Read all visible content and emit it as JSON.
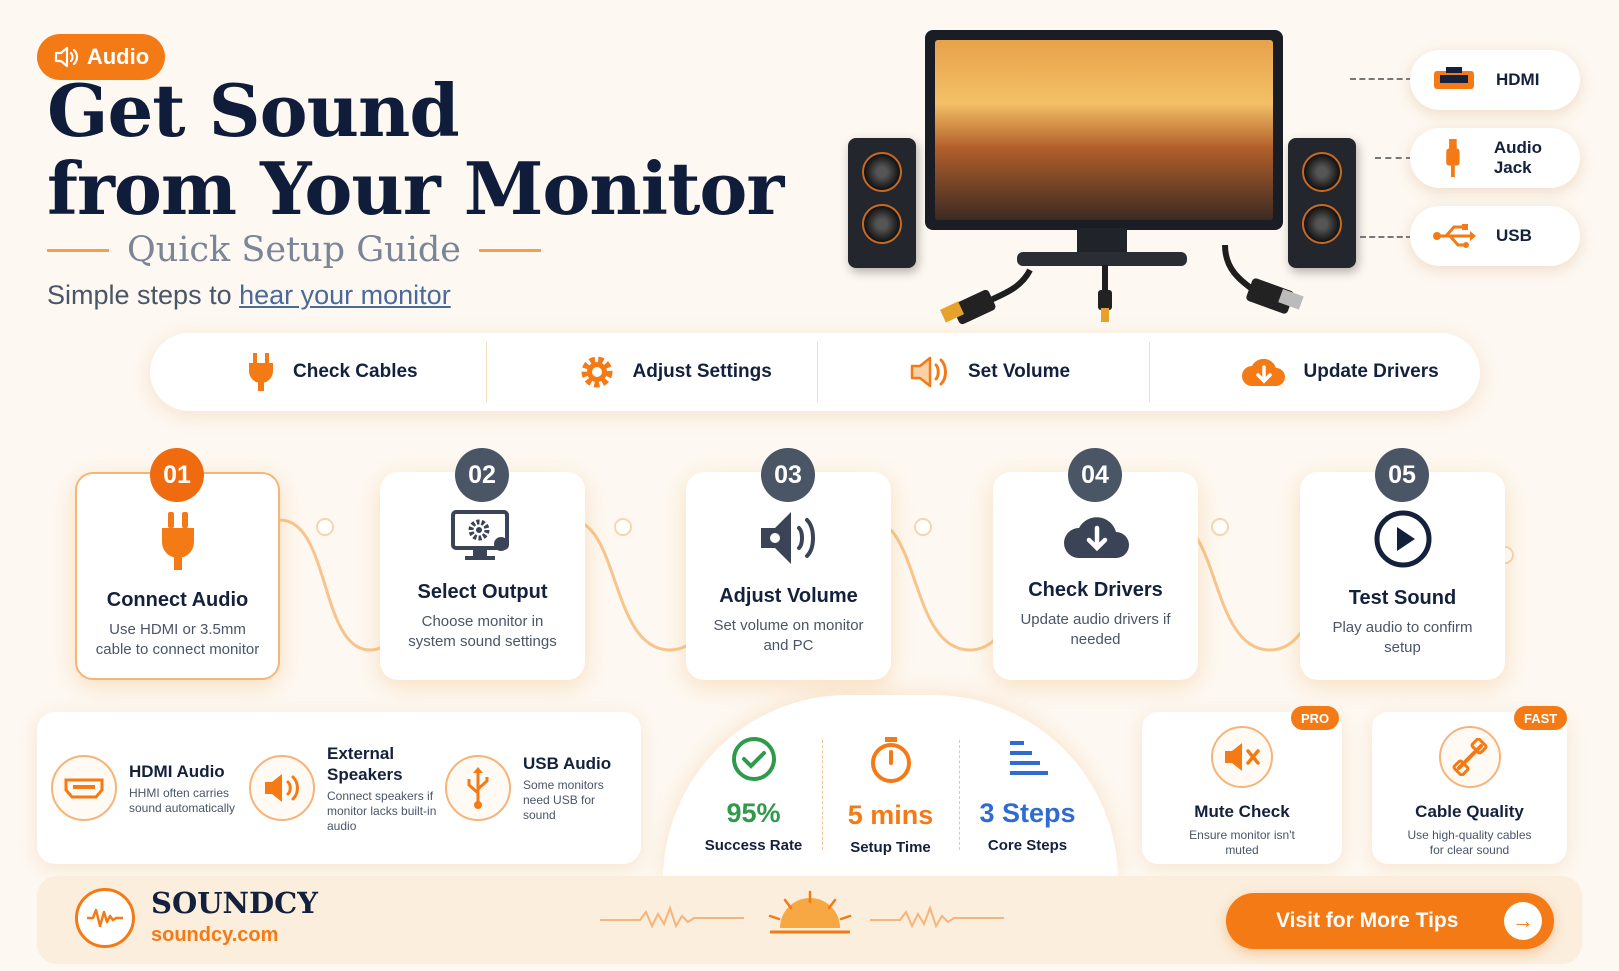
{
  "header": {
    "tag_label": "Audio",
    "title_line1": "Get Sound",
    "title_line2": "from Your Monitor",
    "subtitle": "Quick Setup Guide",
    "tagline_prefix": "Simple steps to ",
    "tagline_link": "hear your monitor"
  },
  "connectors": [
    {
      "label": "HDMI",
      "icon": "hdmi-icon"
    },
    {
      "label": "Audio Jack",
      "icon": "audio-jack-icon"
    },
    {
      "label": "USB",
      "icon": "usb-icon"
    }
  ],
  "strip": [
    {
      "label": "Check Cables",
      "icon": "plug-icon"
    },
    {
      "label": "Adjust Settings",
      "icon": "gear-icon"
    },
    {
      "label": "Set Volume",
      "icon": "speaker-icon"
    },
    {
      "label": "Update Drivers",
      "icon": "cloud-download-icon"
    }
  ],
  "steps": [
    {
      "num": "01",
      "title": "Connect Audio",
      "desc": "Use HDMI or 3.5mm cable to connect monitor",
      "icon": "plug-icon"
    },
    {
      "num": "02",
      "title": "Select Output",
      "desc": "Choose monitor in system sound settings",
      "icon": "monitor-settings-icon"
    },
    {
      "num": "03",
      "title": "Adjust Volume",
      "desc": "Set volume on monitor and PC",
      "icon": "speaker-icon"
    },
    {
      "num": "04",
      "title": "Check Drivers",
      "desc": "Update audio drivers if needed",
      "icon": "cloud-download-icon"
    },
    {
      "num": "05",
      "title": "Test Sound",
      "desc": "Play audio to confirm setup",
      "icon": "play-icon"
    }
  ],
  "info": [
    {
      "title": "HDMI Audio",
      "desc": "HHMI often carries sound automatically",
      "icon": "hdmi-icon"
    },
    {
      "title": "External Speakers",
      "desc": "Connect speakers if monitor lacks built-in audio",
      "icon": "speaker-icon"
    },
    {
      "title": "USB Audio",
      "desc": "Some monitors need USB for sound",
      "icon": "usb-icon"
    }
  ],
  "stats": [
    {
      "value": "95%",
      "label": "Success Rate",
      "color": "#2e9a4a",
      "icon": "check-circle-icon"
    },
    {
      "value": "5 mins",
      "label": "Setup Time",
      "color": "#f47a16",
      "icon": "stopwatch-icon"
    },
    {
      "value": "3 Steps",
      "label": "Core Steps",
      "color": "#2f6bd0",
      "icon": "steps-icon"
    }
  ],
  "tips": [
    {
      "badge": "PRO",
      "title": "Mute Check",
      "desc": "Ensure monitor isn't muted",
      "icon": "mute-icon"
    },
    {
      "badge": "FAST",
      "title": "Cable Quality",
      "desc": "Use high-quality cables for clear sound",
      "icon": "cable-icon"
    }
  ],
  "footer": {
    "brand": "SOUNDCY",
    "url": "soundcy.com",
    "cta": "Visit for More Tips",
    "cta_arrow": "→"
  },
  "colors": {
    "accent": "#f47a16",
    "navy": "#14213d",
    "step_active": "#f06a10",
    "step_default": "#4a5565"
  }
}
